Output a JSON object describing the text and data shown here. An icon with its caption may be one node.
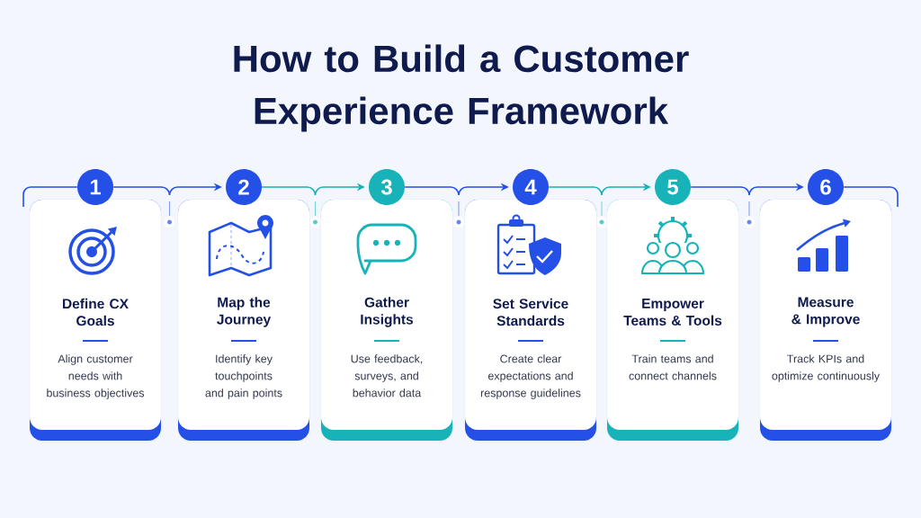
{
  "diagram": {
    "title": "How to Build a Customer Experience Framework",
    "nodes": [
      {
        "text": [
          "1"
        ]
      },
      {
        "text": [
          "Define CX Goals",
          "Align customer needs with business objectives"
        ]
      },
      {
        "text": [
          "2"
        ]
      },
      {
        "text": [
          "Map the Journey",
          "Identify key touchpoints and pain points"
        ]
      },
      {
        "text": [
          "3"
        ]
      },
      {
        "text": [
          "Gather Insights",
          "Use feedback, surveys, and behavior data"
        ]
      },
      {
        "text": [
          "4"
        ]
      },
      {
        "text": [
          "Set Service Standards",
          "Create clear expectations and response guidelines"
        ]
      },
      {
        "text": [
          "5"
        ]
      },
      {
        "text": [
          "Empower Teams & Tools",
          "Train teams and connect channels"
        ]
      },
      {
        "text": [
          "6"
        ]
      },
      {
        "text": [
          "Measure & Improve",
          "Track KPIs and optimize continuously"
        ]
      }
    ],
    "edges": [
      {
        "from": 0,
        "to": 2,
        "arrow": "to"
      },
      {
        "from": 2,
        "to": 4,
        "arrow": "to",
        "color": "#17b3b8"
      },
      {
        "from": 4,
        "to": 6,
        "arrow": "to"
      },
      {
        "from": 6,
        "to": 8,
        "arrow": "to",
        "color": "#17b3b8"
      },
      {
        "from": 8,
        "to": 10,
        "arrow": "to"
      },
      {
        "from": 0,
        "to": 1,
        "arrow": "none"
      },
      {
        "from": 10,
        "to": 11,
        "arrow": "none"
      }
    ]
  }
}
